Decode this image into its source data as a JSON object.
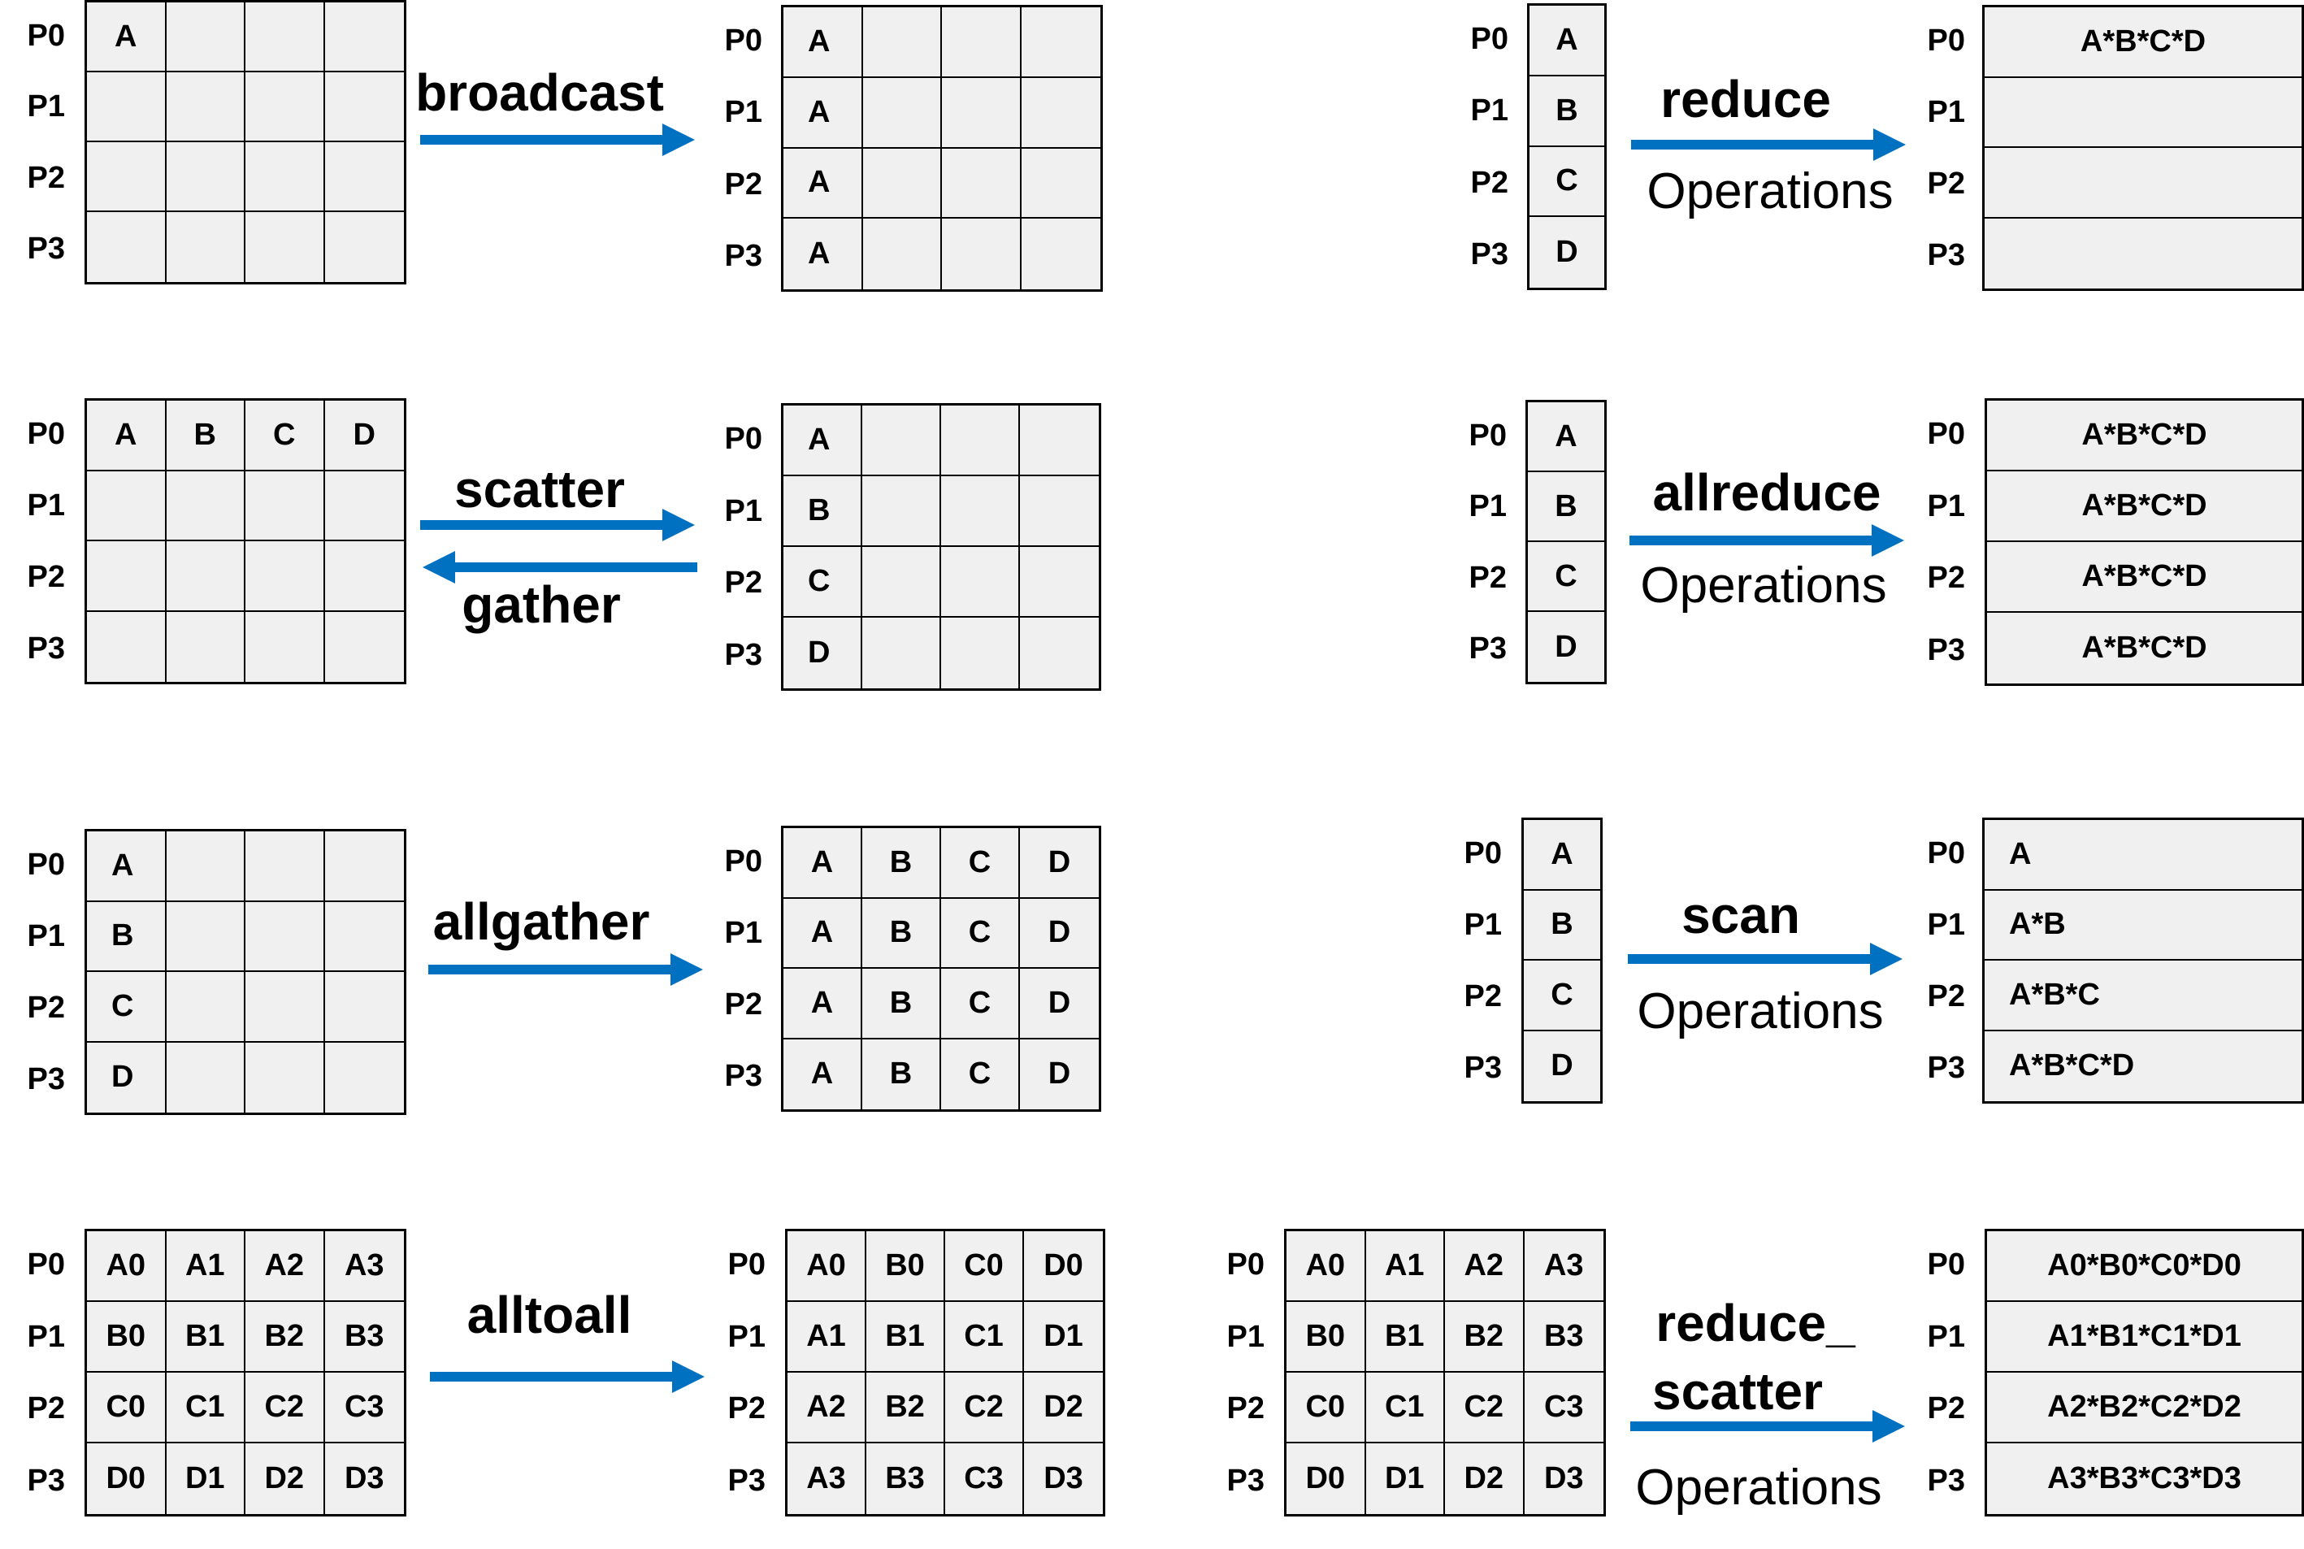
{
  "processes": [
    "P0",
    "P1",
    "P2",
    "P3"
  ],
  "colors": {
    "arrow": "#0070c0",
    "cell_fill": "#f0f0f0",
    "border": "#000000"
  },
  "operations": {
    "broadcast": {
      "title": "broadcast",
      "before": [
        [
          "A",
          "",
          "",
          ""
        ],
        [
          "",
          "",
          "",
          ""
        ],
        [
          "",
          "",
          "",
          ""
        ],
        [
          "",
          "",
          "",
          ""
        ]
      ],
      "after": [
        [
          "A",
          "",
          "",
          ""
        ],
        [
          "A",
          "",
          "",
          ""
        ],
        [
          "A",
          "",
          "",
          ""
        ],
        [
          "A",
          "",
          "",
          ""
        ]
      ]
    },
    "scatter_gather": {
      "title": "scatter",
      "title2": "gather",
      "before": [
        [
          "A",
          "B",
          "C",
          "D"
        ],
        [
          "",
          "",
          "",
          ""
        ],
        [
          "",
          "",
          "",
          ""
        ],
        [
          "",
          "",
          "",
          ""
        ]
      ],
      "after": [
        [
          "A",
          "",
          "",
          ""
        ],
        [
          "B",
          "",
          "",
          ""
        ],
        [
          "C",
          "",
          "",
          ""
        ],
        [
          "D",
          "",
          "",
          ""
        ]
      ]
    },
    "allgather": {
      "title": "allgather",
      "before": [
        [
          "A",
          "",
          "",
          ""
        ],
        [
          "B",
          "",
          "",
          ""
        ],
        [
          "C",
          "",
          "",
          ""
        ],
        [
          "D",
          "",
          "",
          ""
        ]
      ],
      "after": [
        [
          "A",
          "B",
          "C",
          "D"
        ],
        [
          "A",
          "B",
          "C",
          "D"
        ],
        [
          "A",
          "B",
          "C",
          "D"
        ],
        [
          "A",
          "B",
          "C",
          "D"
        ]
      ]
    },
    "alltoall": {
      "title": "alltoall",
      "before": [
        [
          "A0",
          "A1",
          "A2",
          "A3"
        ],
        [
          "B0",
          "B1",
          "B2",
          "B3"
        ],
        [
          "C0",
          "C1",
          "C2",
          "C3"
        ],
        [
          "D0",
          "D1",
          "D2",
          "D3"
        ]
      ],
      "after": [
        [
          "A0",
          "B0",
          "C0",
          "D0"
        ],
        [
          "A1",
          "B1",
          "C1",
          "D1"
        ],
        [
          "A2",
          "B2",
          "C2",
          "D2"
        ],
        [
          "A3",
          "B3",
          "C3",
          "D3"
        ]
      ]
    },
    "reduce": {
      "title": "reduce",
      "subtitle": "Operations",
      "before": [
        [
          "A"
        ],
        [
          "B"
        ],
        [
          "C"
        ],
        [
          "D"
        ]
      ],
      "after": [
        [
          "A*B*C*D"
        ],
        [
          ""
        ],
        [
          ""
        ],
        [
          ""
        ]
      ]
    },
    "allreduce": {
      "title": "allreduce",
      "subtitle": "Operations",
      "before": [
        [
          "A"
        ],
        [
          "B"
        ],
        [
          "C"
        ],
        [
          "D"
        ]
      ],
      "after": [
        [
          "A*B*C*D"
        ],
        [
          "A*B*C*D"
        ],
        [
          "A*B*C*D"
        ],
        [
          "A*B*C*D"
        ]
      ]
    },
    "scan": {
      "title": "scan",
      "subtitle": "Operations",
      "before": [
        [
          "A"
        ],
        [
          "B"
        ],
        [
          "C"
        ],
        [
          "D"
        ]
      ],
      "after": [
        [
          "A"
        ],
        [
          "A*B"
        ],
        [
          "A*B*C"
        ],
        [
          "A*B*C*D"
        ]
      ]
    },
    "reduce_scatter": {
      "title": "reduce_",
      "title2": "scatter",
      "subtitle": "Operations",
      "before": [
        [
          "A0",
          "A1",
          "A2",
          "A3"
        ],
        [
          "B0",
          "B1",
          "B2",
          "B3"
        ],
        [
          "C0",
          "C1",
          "C2",
          "C3"
        ],
        [
          "D0",
          "D1",
          "D2",
          "D3"
        ]
      ],
      "after": [
        [
          "A0*B0*C0*D0"
        ],
        [
          "A1*B1*C1*D1"
        ],
        [
          "A2*B2*C2*D2"
        ],
        [
          "A3*B3*C3*D3"
        ]
      ]
    }
  }
}
